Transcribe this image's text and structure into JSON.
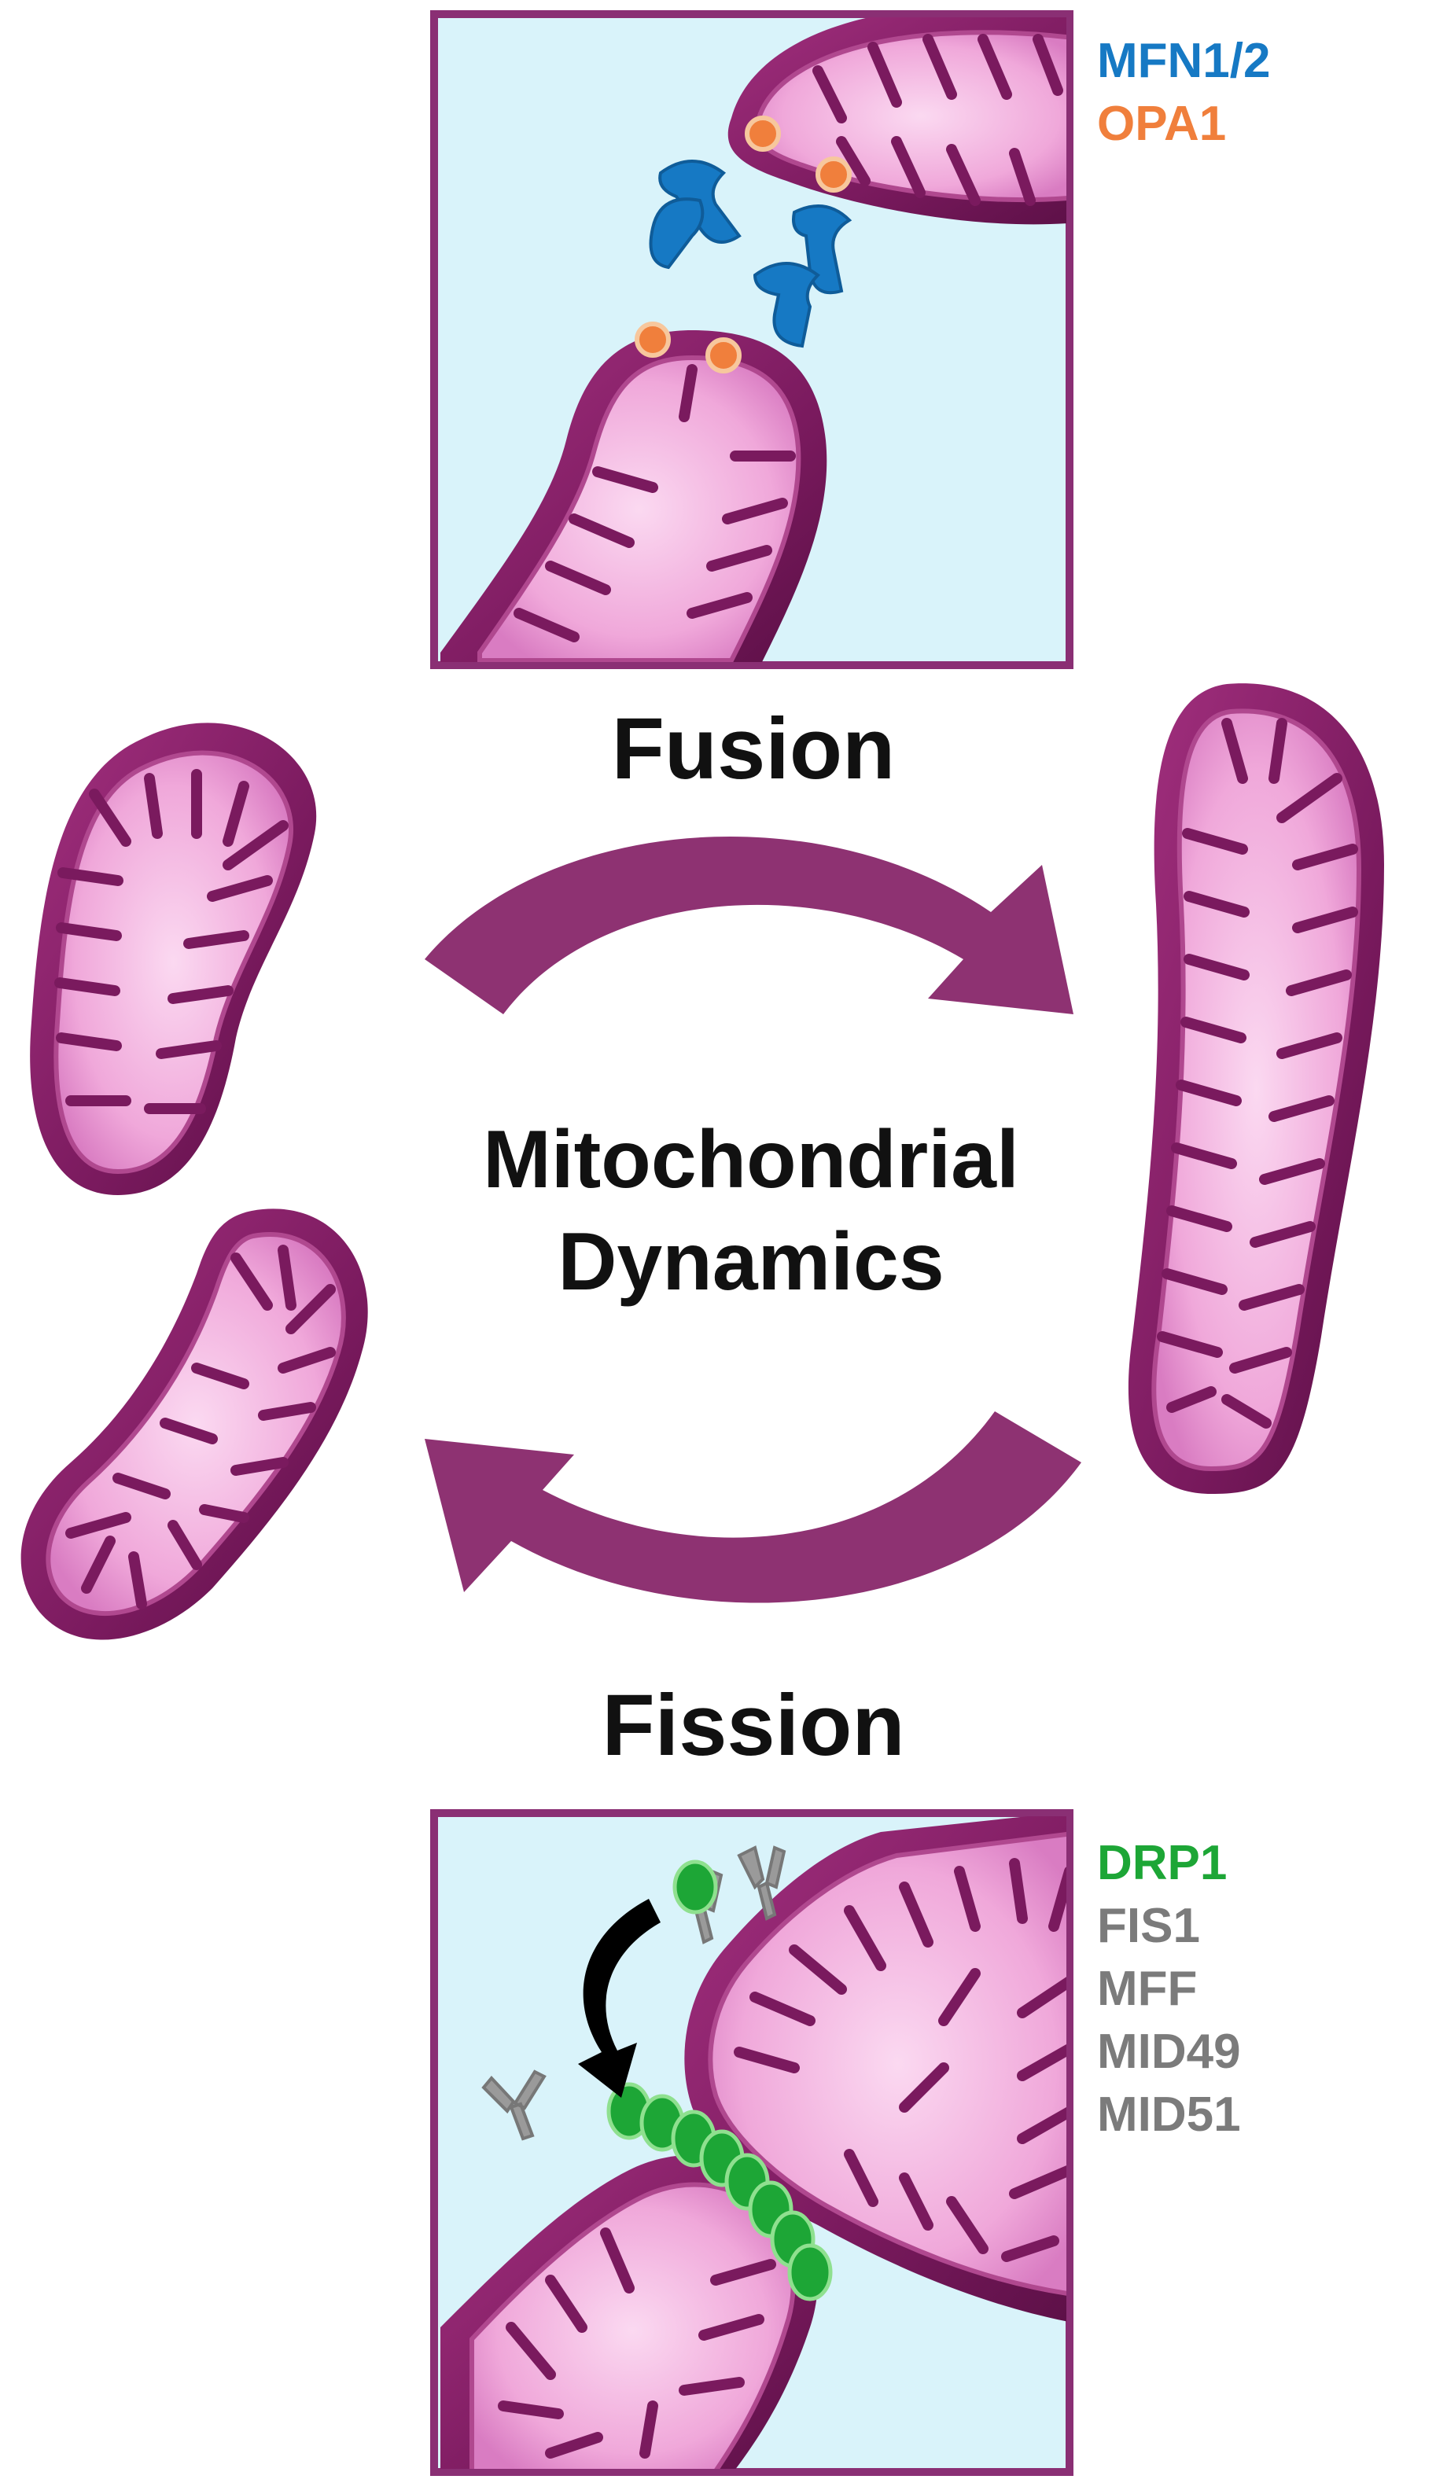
{
  "title_center_line1": "Mitochondrial",
  "title_center_line2": "Dynamics",
  "fusion": {
    "label": "Fusion",
    "legend": [
      {
        "text": "MFN1/2",
        "color": "#1679C4"
      },
      {
        "text": "OPA1",
        "color": "#F07F3C"
      }
    ]
  },
  "fission": {
    "label": "Fission",
    "legend": [
      {
        "text": "DRP1",
        "color": "#1DA636"
      },
      {
        "text": "FIS1",
        "color": "#7B7B7B"
      },
      {
        "text": "MFF",
        "color": "#7B7B7B"
      },
      {
        "text": "MID49",
        "color": "#7B7B7B"
      },
      {
        "text": "MID51",
        "color": "#7B7B7B"
      }
    ]
  },
  "colors": {
    "membrane": "#7A1A5E",
    "matrix": "#F2B6E2",
    "arrow": "#8E3272",
    "panel_bg": "#D9F3FA",
    "panel_border": "#8A2F74",
    "mfn": "#1679C4",
    "opa1": "#F07F3C",
    "drp1": "#1DA636",
    "receptor": "#9A9A9A"
  }
}
